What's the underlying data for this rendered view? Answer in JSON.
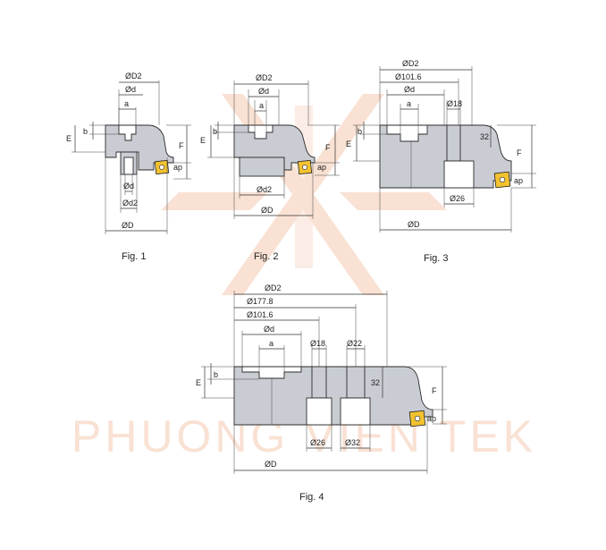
{
  "watermark": {
    "text": "PHUONG VIEN TEK",
    "color": "#f4c9b0"
  },
  "colors": {
    "body": "#c9cdd3",
    "insert": "#f2c230",
    "line": "#2a2a2a"
  },
  "figures": [
    {
      "caption": "Fig. 1",
      "labels": {
        "D2": "ØD2",
        "d": "Ød",
        "a": "a",
        "b": "b",
        "E": "E",
        "F": "F",
        "ap": "ap",
        "d1": "Ød",
        "d2": "Ød2",
        "D": "ØD"
      }
    },
    {
      "caption": "Fig. 2",
      "labels": {
        "D2": "ØD2",
        "d": "Ød",
        "a": "a",
        "b": "b",
        "E": "E",
        "F": "F",
        "ap": "ap",
        "d2": "Ød2",
        "D": "ØD"
      }
    },
    {
      "caption": "Fig. 3",
      "labels": {
        "D2": "ØD2",
        "p1016": "Ø101.6",
        "d": "Ød",
        "a": "a",
        "h18": "Ø18",
        "b": "b",
        "E": "E",
        "c32": "32",
        "F": "F",
        "ap": "ap",
        "h26": "Ø26",
        "D": "ØD"
      }
    },
    {
      "caption": "Fig. 4",
      "labels": {
        "D2": "ØD2",
        "p1778": "Ø177.8",
        "p1016": "Ø101.6",
        "d": "Ød",
        "a": "a",
        "h18": "Ø18",
        "h22": "Ø22",
        "b": "b",
        "E": "E",
        "c32": "32",
        "F": "F",
        "ap": "ap",
        "h26": "Ø26",
        "h32": "Ø32",
        "D": "ØD"
      }
    }
  ]
}
